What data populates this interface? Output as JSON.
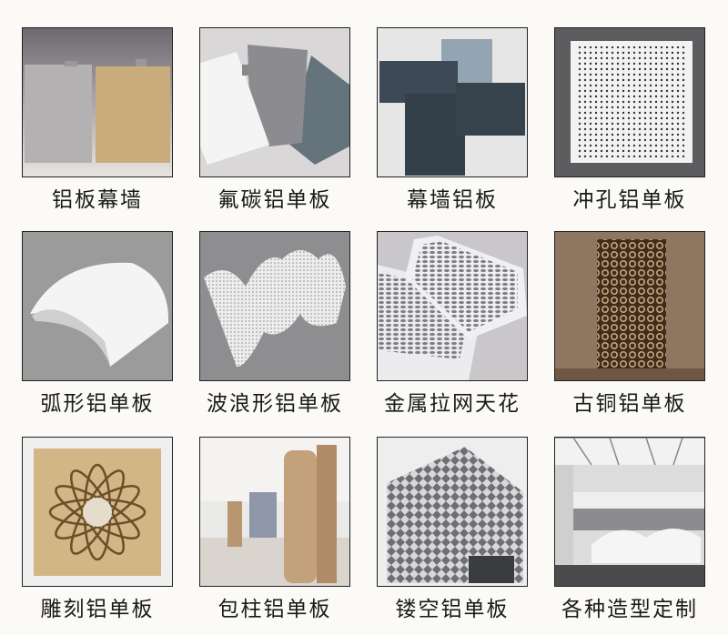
{
  "products": [
    {
      "label": "铝板幕墙",
      "icon": "aluminum-curtain-wall-panels"
    },
    {
      "label": "氟碳铝单板",
      "icon": "fluorocarbon-panels"
    },
    {
      "label": "幕墙铝板",
      "icon": "curtain-wall-aluminum-plates"
    },
    {
      "label": "冲孔铝单板",
      "icon": "perforated-panel"
    },
    {
      "label": "弧形铝单板",
      "icon": "curved-panel"
    },
    {
      "label": "波浪形铝单板",
      "icon": "wave-panel"
    },
    {
      "label": "金属拉网天花",
      "icon": "expanded-mesh-ceiling"
    },
    {
      "label": "古铜铝单板",
      "icon": "bronze-pattern-panel"
    },
    {
      "label": "雕刻铝单板",
      "icon": "carved-flower-panel"
    },
    {
      "label": "包柱铝单板",
      "icon": "column-cladding"
    },
    {
      "label": "镂空铝单板",
      "icon": "hollow-facade-building"
    },
    {
      "label": "各种造型定制",
      "icon": "custom-shapes-atrium"
    }
  ],
  "colors": {
    "background": "#fbfaf7",
    "text": "#1a1a1a",
    "champagne": "#cdb586",
    "bronze": "#8a6a46",
    "slate": "#3e4a55"
  }
}
